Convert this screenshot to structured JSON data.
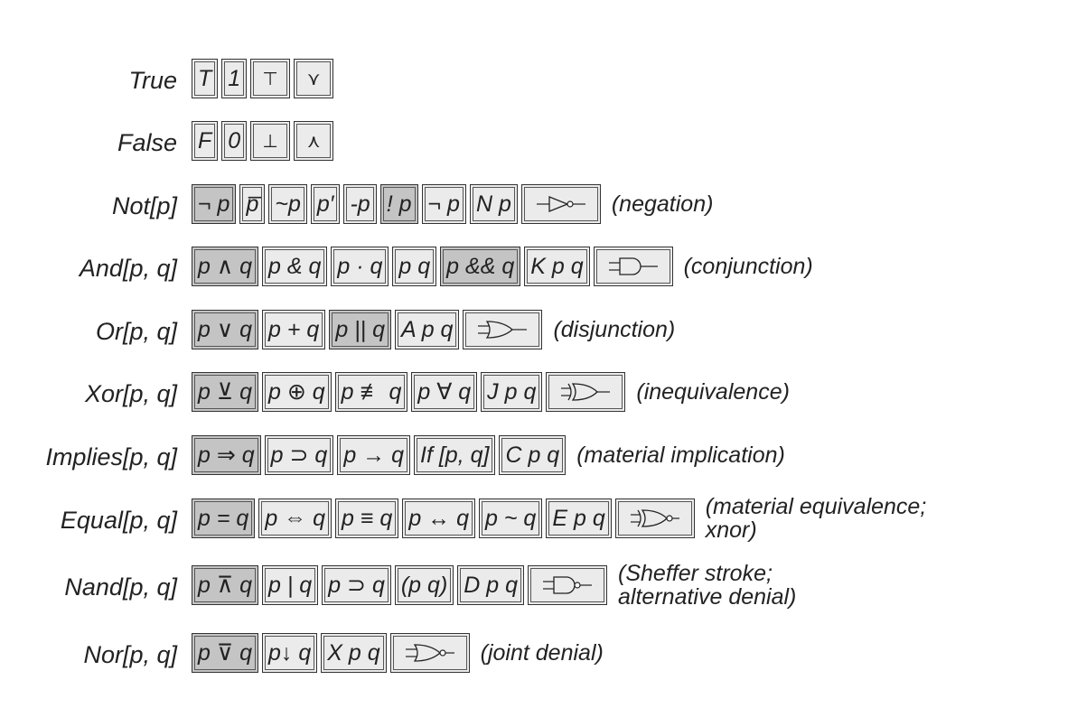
{
  "rows": [
    {
      "label": "True",
      "items": [
        {
          "text": "T"
        },
        {
          "text": "1"
        },
        {
          "text": "⊤",
          "sym": true,
          "wide": true
        },
        {
          "text": "⋎",
          "sym": true,
          "wide": true
        }
      ],
      "note": []
    },
    {
      "label": "False",
      "items": [
        {
          "text": "F"
        },
        {
          "text": "0"
        },
        {
          "text": "⊥",
          "sym": true,
          "wide": true
        },
        {
          "text": "⋏",
          "sym": true,
          "wide": true
        }
      ],
      "note": []
    },
    {
      "label": "Not[p]",
      "items": [
        {
          "text": "¬ p",
          "hl": true
        },
        {
          "text": "p̅"
        },
        {
          "text": "~p"
        },
        {
          "text": "p′"
        },
        {
          "text": "-p"
        },
        {
          "text": "! p",
          "hl": true
        },
        {
          "text": "¬ p"
        },
        {
          "text": "N p"
        },
        {
          "gate": "not"
        }
      ],
      "note": [
        "(negation)"
      ]
    },
    {
      "label": "And[p, q]",
      "items": [
        {
          "text": "p ∧ q",
          "hl": true
        },
        {
          "text": "p & q"
        },
        {
          "text": "p · q"
        },
        {
          "text": "p q"
        },
        {
          "text": "p && q",
          "hl": true
        },
        {
          "text": "K p q"
        },
        {
          "gate": "and"
        }
      ],
      "note": [
        "(conjunction)"
      ]
    },
    {
      "label": "Or[p, q]",
      "items": [
        {
          "text": "p ∨ q",
          "hl": true
        },
        {
          "text": "p + q"
        },
        {
          "text": "p || q",
          "hl": true
        },
        {
          "text": "A p q"
        },
        {
          "gate": "or"
        }
      ],
      "note": [
        "(disjunction)"
      ]
    },
    {
      "label": "Xor[p, q]",
      "items": [
        {
          "text": "p ⊻ q",
          "hl": true
        },
        {
          "text": "p ⊕ q"
        },
        {
          "text": "p ≢ q"
        },
        {
          "text": "p ∀ q"
        },
        {
          "text": "J p q"
        },
        {
          "gate": "xor"
        }
      ],
      "note": [
        "(inequivalence)"
      ]
    },
    {
      "label": "Implies[p, q]",
      "items": [
        {
          "text": "p ⇒ q",
          "hl": true
        },
        {
          "text": "p ⊃ q"
        },
        {
          "text": "p → q"
        },
        {
          "text": "If [p, q]"
        },
        {
          "text": "C p q"
        }
      ],
      "note": [
        "(material implication)"
      ]
    },
    {
      "label": "Equal[p, q]",
      "items": [
        {
          "text": "p = q",
          "hl": true
        },
        {
          "text": "p ⇔ q"
        },
        {
          "text": "p ≡ q"
        },
        {
          "text": "p ↔ q"
        },
        {
          "text": "p ~ q"
        },
        {
          "text": "E p q"
        },
        {
          "gate": "xnor"
        }
      ],
      "note": [
        "(material equivalence;",
        "xnor)"
      ]
    },
    {
      "label": "Nand[p, q]",
      "items": [
        {
          "text": "p ⊼ q",
          "hl": true
        },
        {
          "text": "p | q"
        },
        {
          "text": "p ⊃ q"
        },
        {
          "text": "(p q)"
        },
        {
          "text": "D p q"
        },
        {
          "gate": "nand"
        }
      ],
      "note": [
        "(Sheffer stroke;",
        "alternative denial)"
      ]
    },
    {
      "label": "Nor[p, q]",
      "items": [
        {
          "text": "p ⊽ q",
          "hl": true
        },
        {
          "text": "p↓ q"
        },
        {
          "text": "X p q"
        },
        {
          "gate": "nor"
        }
      ],
      "note": [
        "(joint denial)"
      ]
    }
  ]
}
